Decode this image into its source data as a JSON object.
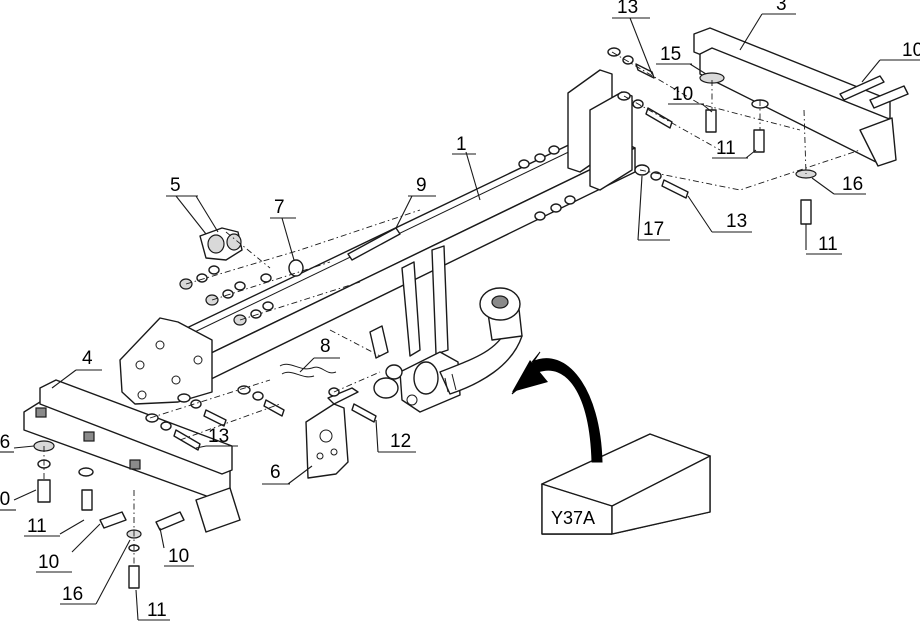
{
  "diagram": {
    "kit_code": "Y37A",
    "part_numbers": {
      "p1": "1",
      "p3": "3",
      "p4": "4",
      "p5": "5",
      "p6": "6",
      "p7": "7",
      "p8": "8",
      "p9": "9",
      "p10": "10",
      "p11": "11",
      "p12": "12",
      "p13": "13",
      "p15": "15",
      "p16": "16",
      "p17": "17"
    }
  }
}
